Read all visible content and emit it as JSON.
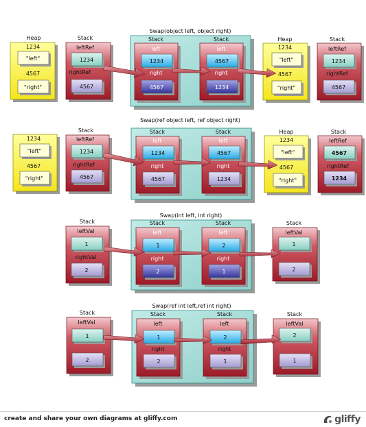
{
  "diagram": {
    "rows": [
      {
        "swap_title": "Swap(object left, object right)",
        "initial": {
          "heap": {
            "title": "Heap",
            "addr1": "1234",
            "val1": "\"left\"",
            "addr2": "4567",
            "val2": "\"right\""
          },
          "stack": {
            "title": "Stack",
            "label1": "leftRef",
            "val1": "1234",
            "label2": "rightRef",
            "val2": "4567"
          }
        },
        "swap": {
          "before": {
            "title": "Stack",
            "label1": "left",
            "val1": "1234",
            "label2": "right",
            "val2": "4567"
          },
          "after": {
            "title": "Stack",
            "label1": "left",
            "val1": "4567",
            "label2": "right",
            "val2": "1234"
          }
        },
        "result": {
          "heap": {
            "title": "Heap",
            "addr1": "1234",
            "val1": "\"left\"",
            "addr2": "4567",
            "val2": "\"right\""
          },
          "stack": {
            "title": "Stack",
            "label1": "leftRef",
            "val1": "1234",
            "label2": "rightRef",
            "val2": "4567"
          }
        }
      },
      {
        "swap_title": "Swap(ref object left, ref object right)",
        "initial": {
          "heap": {
            "title": "",
            "addr1": "1234",
            "val1": "\"left\"",
            "addr2": "4567",
            "val2": "\"right\""
          },
          "stack": {
            "title": "Stack",
            "label1": "leftRef",
            "val1": "1234",
            "label2": "rightRef",
            "val2": "4567"
          }
        },
        "swap": {
          "before": {
            "title": "Stack",
            "label1": "left",
            "val1": "1234",
            "label2": "right",
            "val2": "4567"
          },
          "after": {
            "title": "Stack",
            "label1": "left",
            "val1": "4567",
            "label2": "right",
            "val2": "1234"
          }
        },
        "result": {
          "heap": {
            "title": "Heap",
            "addr1": "1234",
            "val1": "\"left\"",
            "addr2": "4567",
            "val2": "\"right\""
          },
          "stack": {
            "title": "Stack",
            "label1": "leftRef",
            "val1": "4567",
            "label2": "rightRef",
            "val2": "1234"
          }
        }
      },
      {
        "swap_title": "Swap(int left, int right)",
        "initial": {
          "stack": {
            "title": "Stack",
            "label1": "leftVal",
            "val1": "1",
            "label2": "rightVal",
            "val2": "2"
          }
        },
        "swap": {
          "before": {
            "title": "Stack",
            "label1": "left",
            "val1": "1",
            "label2": "right",
            "val2": "2"
          },
          "after": {
            "title": "Stack",
            "label1": "left",
            "val1": "2",
            "label2": "right",
            "val2": "1"
          }
        },
        "result": {
          "stack": {
            "title": "Stack",
            "label1": "leftVal",
            "val1": "1",
            "label2": "",
            "val2": "2"
          }
        }
      },
      {
        "swap_title": "Swap(ref int left,ref int right)",
        "initial": {
          "stack": {
            "title": "Stack",
            "label1": "leftVal",
            "val1": "1",
            "label2": "",
            "val2": "2"
          }
        },
        "swap": {
          "before": {
            "title": "Stack",
            "label1": "left",
            "val1": "1",
            "label2": "right",
            "val2": "2"
          },
          "after": {
            "title": "Stack",
            "label1": "left",
            "val1": "2",
            "label2": "right",
            "val2": "1"
          }
        },
        "result": {
          "stack": {
            "title": "Stack",
            "label1": "leftVal",
            "val1": "2",
            "label2": "",
            "val2": "1"
          }
        }
      }
    ]
  },
  "footer": {
    "text": "create and share your own diagrams at gliffy.com",
    "logo": "gliffy"
  },
  "colors": {
    "heap_fill": "#ffff66",
    "stack_fill": "#b8323e",
    "swap_fill": "#a8dcd8",
    "cell_teal": "#9ed9cf",
    "cell_lavender": "#b8b0dc",
    "cell_cyan": "#4fc3f0",
    "cell_indigo": "#4a4aa8",
    "arrow": "#b8323e"
  }
}
